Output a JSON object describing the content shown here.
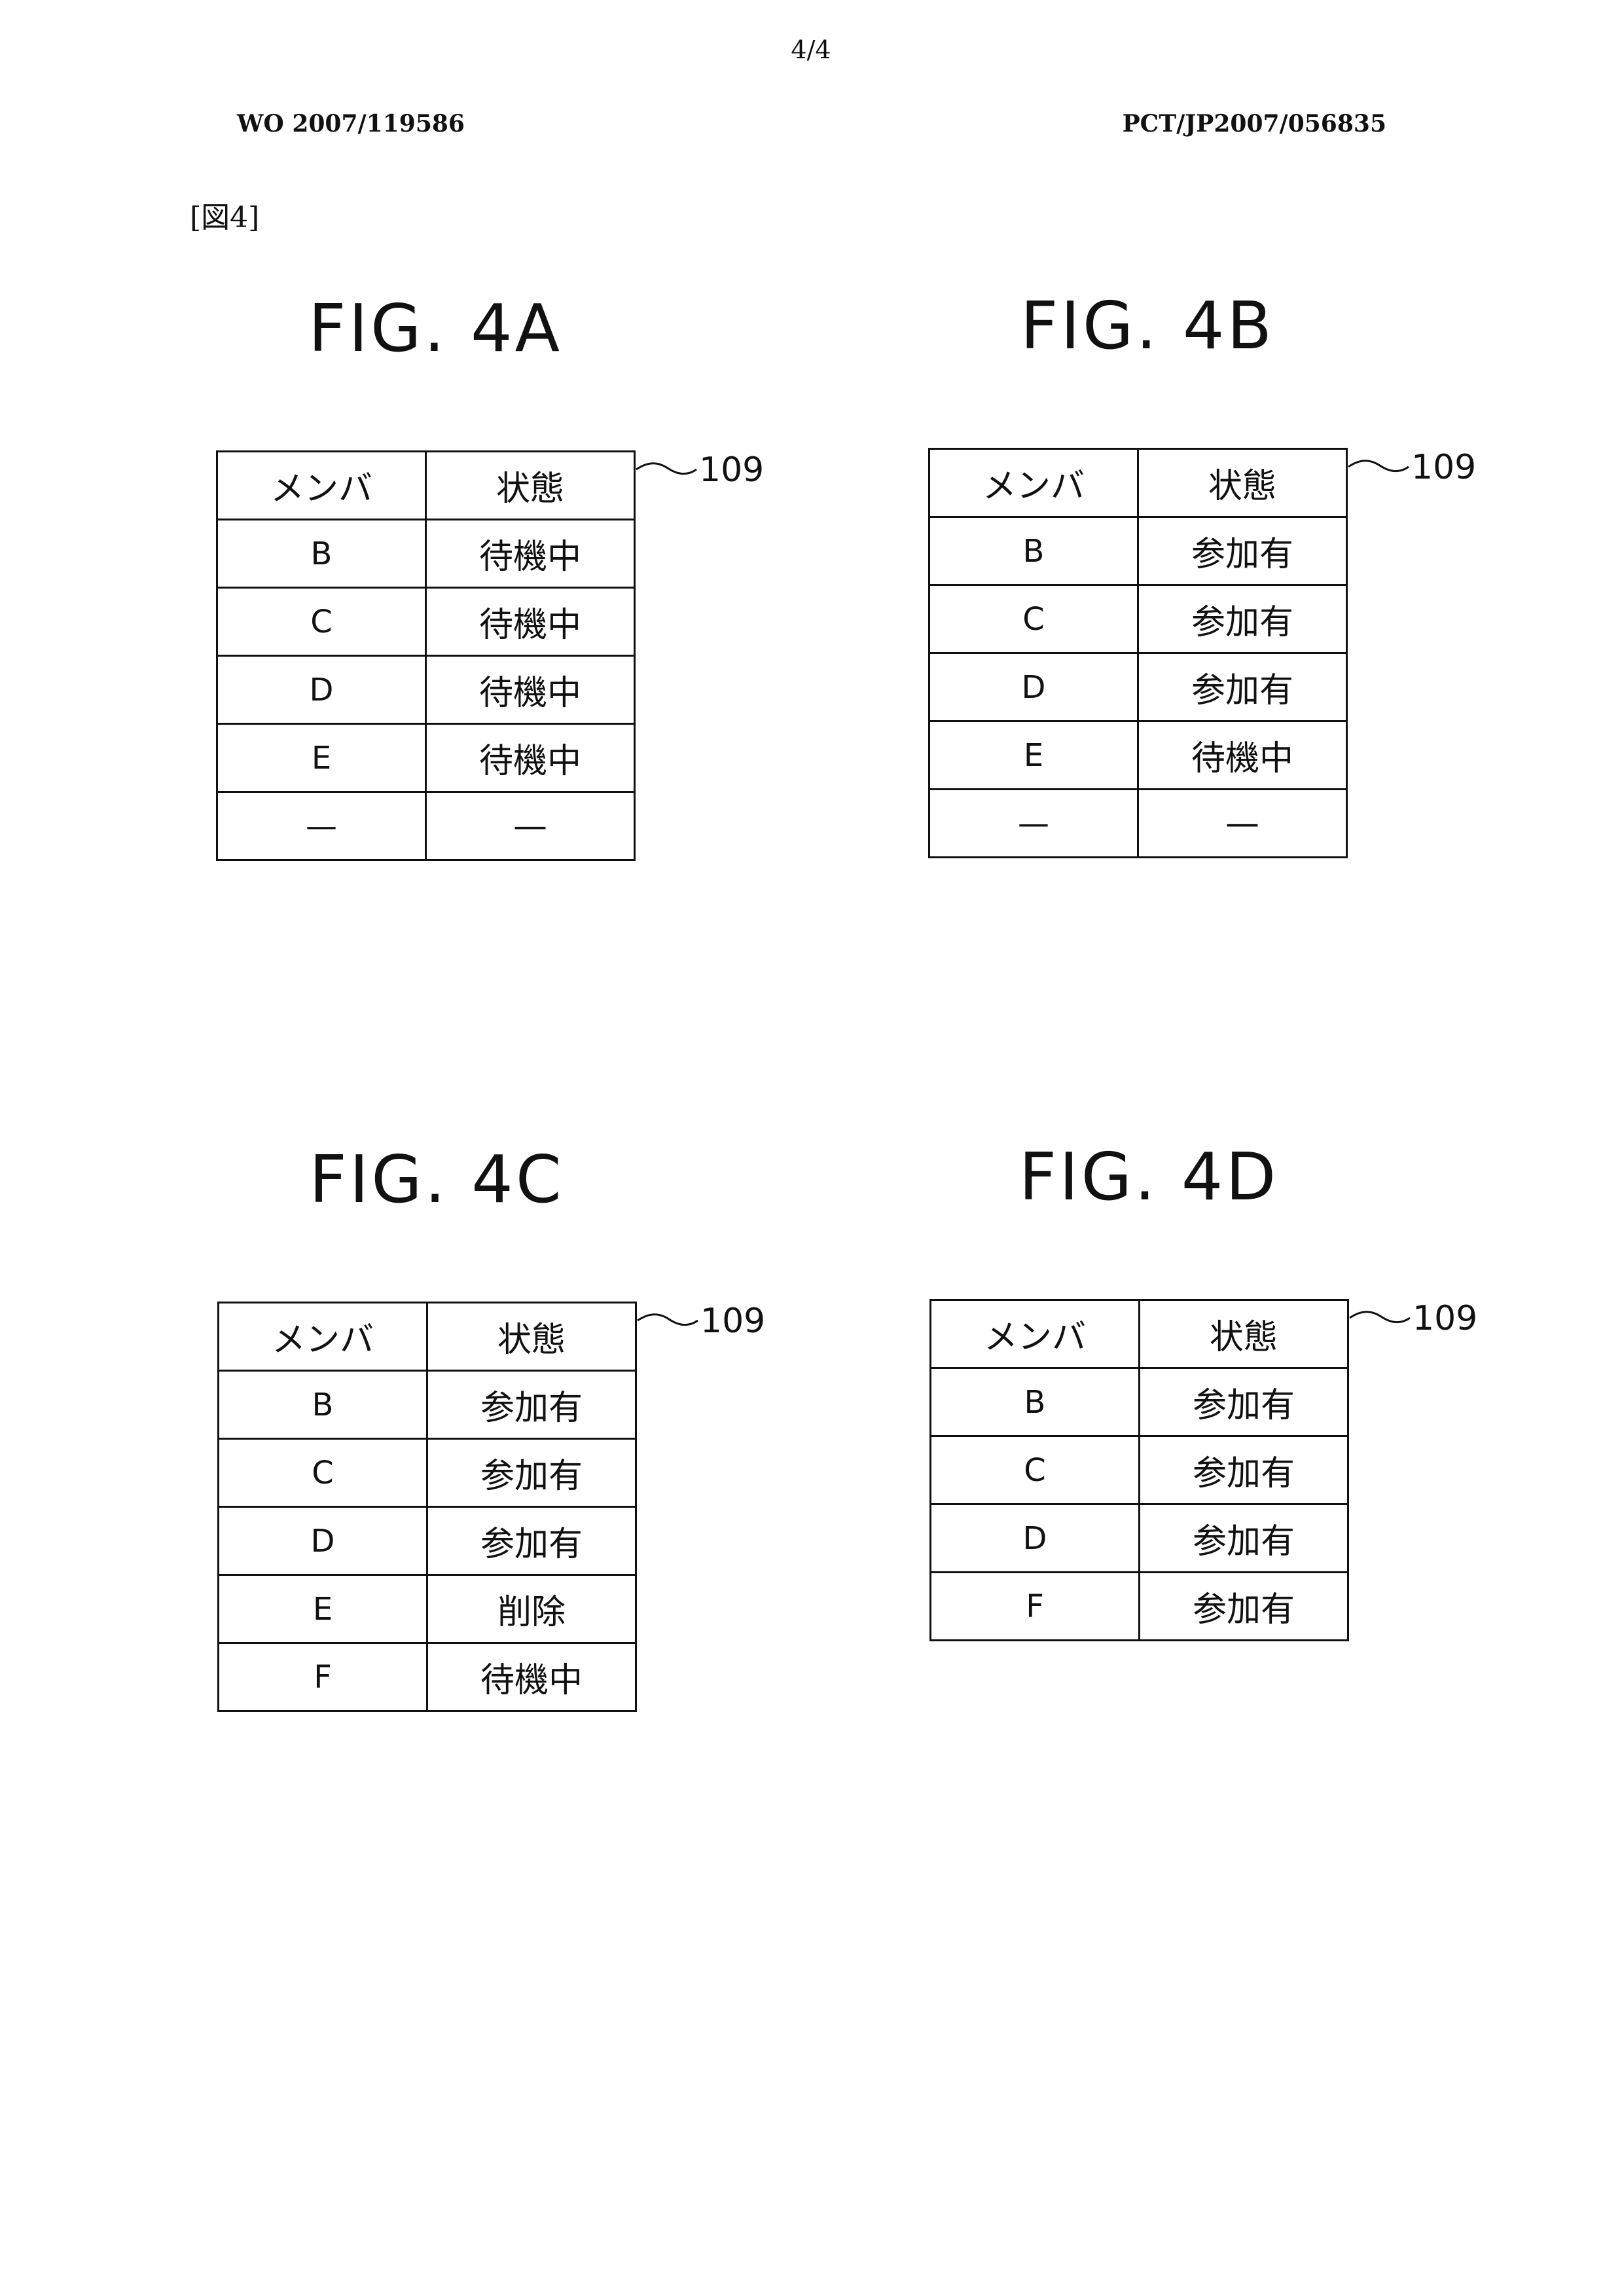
{
  "header": {
    "page": "4/4",
    "publication_number": "WO 2007/119586",
    "application_number": "PCT/JP2007/056835",
    "figure_marker": "[図4]"
  },
  "figures": [
    {
      "title": "FIG. 4A",
      "reference": "109",
      "columns": [
        "メンバ",
        "状態"
      ],
      "rows": [
        [
          "B",
          "待機中"
        ],
        [
          "C",
          "待機中"
        ],
        [
          "D",
          "待機中"
        ],
        [
          "E",
          "待機中"
        ],
        [
          "—",
          "—"
        ]
      ]
    },
    {
      "title": "FIG. 4B",
      "reference": "109",
      "columns": [
        "メンバ",
        "状態"
      ],
      "rows": [
        [
          "B",
          "参加有"
        ],
        [
          "C",
          "参加有"
        ],
        [
          "D",
          "参加有"
        ],
        [
          "E",
          "待機中"
        ],
        [
          "—",
          "—"
        ]
      ]
    },
    {
      "title": "FIG. 4C",
      "reference": "109",
      "columns": [
        "メンバ",
        "状態"
      ],
      "rows": [
        [
          "B",
          "参加有"
        ],
        [
          "C",
          "参加有"
        ],
        [
          "D",
          "参加有"
        ],
        [
          "E",
          "削除"
        ],
        [
          "F",
          "待機中"
        ]
      ]
    },
    {
      "title": "FIG. 4D",
      "reference": "109",
      "columns": [
        "メンバ",
        "状態"
      ],
      "rows": [
        [
          "B",
          "参加有"
        ],
        [
          "C",
          "参加有"
        ],
        [
          "D",
          "参加有"
        ],
        [
          "F",
          "参加有"
        ]
      ]
    }
  ]
}
